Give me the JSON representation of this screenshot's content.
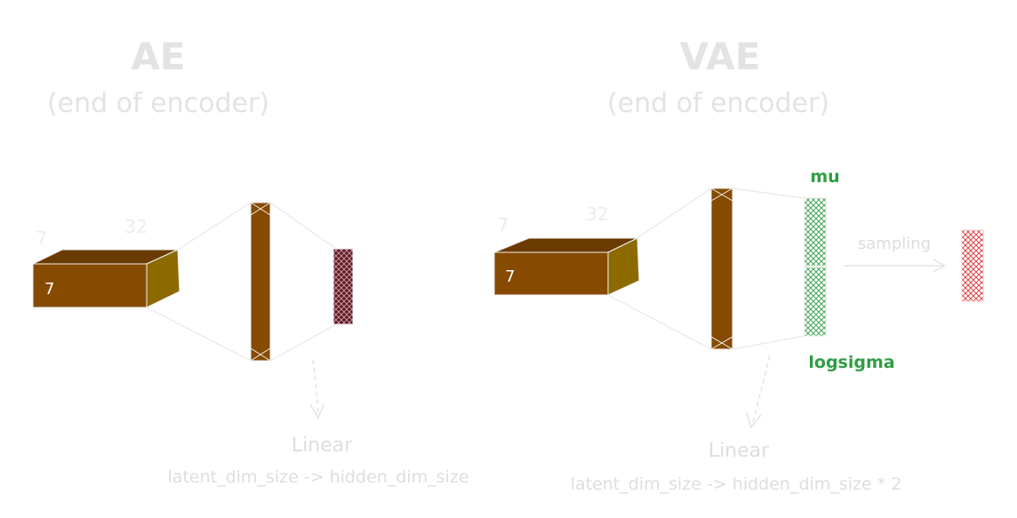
{
  "ae": {
    "title": "AE",
    "subtitle": "(end of encoder)",
    "dim_depth": "7",
    "dim_width": "32",
    "box_label": "7",
    "linear_label": "Linear",
    "linear_detail": "latent_dim_size -> hidden_dim_size"
  },
  "vae": {
    "title": "VAE",
    "subtitle": "(end of encoder)",
    "dim_depth": "7",
    "dim_width": "32",
    "box_label": "7",
    "mu_label": "mu",
    "logsigma_label": "logsigma",
    "sampling_label": "sampling",
    "linear_label": "Linear",
    "linear_detail": "latent_dim_size -> hidden_dim_size * 2"
  },
  "colors": {
    "box_front": "#864a00",
    "box_top": "#6b3a00",
    "box_side": "#8c6a00",
    "flatten_bar": "#864a00",
    "latent_ae": "#6b1f2a",
    "latent_mu_logsigma": "#2f9e44",
    "sample": "#e03131",
    "faint_text": "#e3e3e3"
  }
}
